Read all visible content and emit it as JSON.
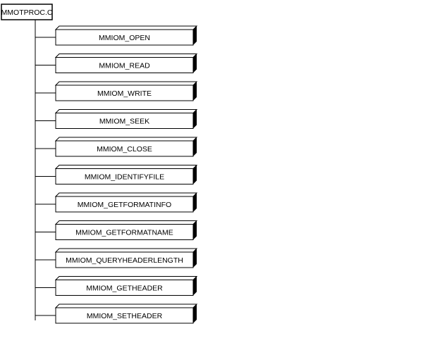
{
  "root": {
    "label": "MMOTPROC.C"
  },
  "children": [
    {
      "label": "MMIOM_OPEN"
    },
    {
      "label": "MMIOM_READ"
    },
    {
      "label": "MMIOM_WRITE"
    },
    {
      "label": "MMIOM_SEEK"
    },
    {
      "label": "MMIOM_CLOSE"
    },
    {
      "label": "MMIOM_IDENTIFYFILE"
    },
    {
      "label": "MMIOM_GETFORMATINFO"
    },
    {
      "label": "MMIOM_GETFORMATNAME"
    },
    {
      "label": "MMIOM_QUERYHEADERLENGTH"
    },
    {
      "label": "MMIOM_GETHEADER"
    },
    {
      "label": "MMIOM_SETHEADER"
    }
  ],
  "colors": {
    "line": "#000000",
    "box_fill": "#ffffff",
    "box_side": "#000000"
  }
}
